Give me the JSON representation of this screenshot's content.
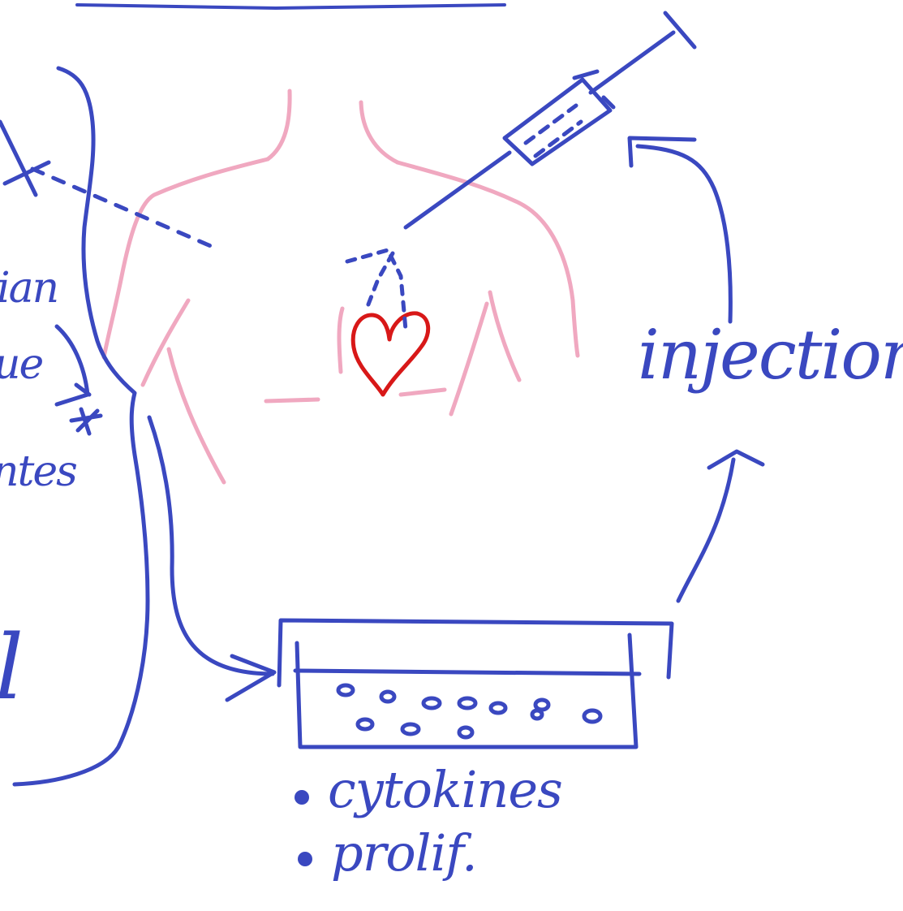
{
  "colors": {
    "ink_blue": "#3a48c0",
    "body_pink": "#f0a8c0",
    "heart_red": "#d81818",
    "background": "#ffffff"
  },
  "labels": {
    "injection": "injection",
    "bullet_1": "cytokines",
    "bullet_2": "prolif.",
    "left_cut_1": "ian",
    "left_cut_2": "ue",
    "left_cut_3": "ntes",
    "left_cut_4": "l"
  }
}
